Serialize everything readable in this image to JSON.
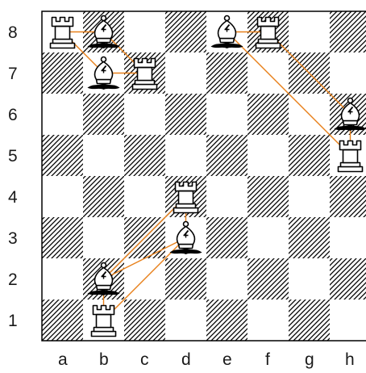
{
  "board": {
    "files": [
      "a",
      "b",
      "c",
      "d",
      "e",
      "f",
      "g",
      "h"
    ],
    "ranks": [
      "8",
      "7",
      "6",
      "5",
      "4",
      "3",
      "2",
      "1"
    ],
    "light_square_color": "#ffffff",
    "dark_square_hatch_color": "#000000",
    "move_line_color": "#e8801a"
  },
  "pieces": [
    {
      "type": "rook",
      "color": "white",
      "square": "a8"
    },
    {
      "type": "bishop",
      "color": "white",
      "square": "b8"
    },
    {
      "type": "bishop",
      "color": "white",
      "square": "e8"
    },
    {
      "type": "rook",
      "color": "white",
      "square": "f8"
    },
    {
      "type": "bishop",
      "color": "white",
      "square": "b7"
    },
    {
      "type": "rook",
      "color": "white",
      "square": "c7"
    },
    {
      "type": "bishop",
      "color": "white",
      "square": "h6"
    },
    {
      "type": "rook",
      "color": "white",
      "square": "h5"
    },
    {
      "type": "rook",
      "color": "white",
      "square": "d4"
    },
    {
      "type": "bishop",
      "color": "white",
      "square": "d3"
    },
    {
      "type": "bishop",
      "color": "white",
      "square": "b2"
    },
    {
      "type": "rook",
      "color": "white",
      "square": "b1"
    }
  ],
  "move_lines": [
    {
      "from": "a8",
      "to": "b8"
    },
    {
      "from": "a8",
      "to": "b7"
    },
    {
      "from": "b8",
      "to": "c7"
    },
    {
      "from": "b7",
      "to": "c7"
    },
    {
      "from": "e8",
      "to": "f8"
    },
    {
      "from": "e8",
      "to": "h5"
    },
    {
      "from": "f8",
      "to": "h6"
    },
    {
      "from": "h6",
      "to": "h5"
    },
    {
      "from": "b2",
      "to": "d4"
    },
    {
      "from": "b2",
      "to": "d3"
    },
    {
      "from": "b1",
      "to": "d3"
    },
    {
      "from": "b1",
      "to": "b2"
    },
    {
      "from": "d4",
      "to": "d3"
    }
  ]
}
